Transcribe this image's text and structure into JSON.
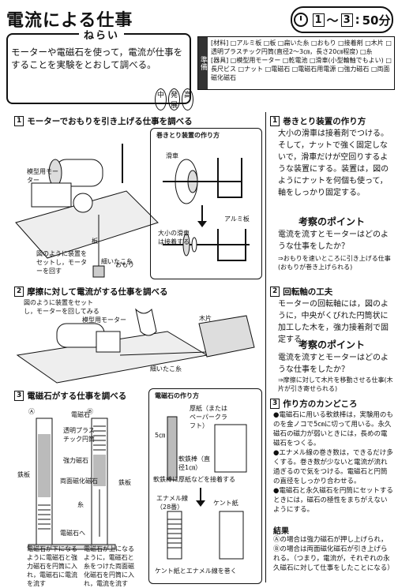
{
  "header": {
    "title": "電流による仕事",
    "time_from": "1",
    "time_sep": "〜",
    "time_to": "3",
    "time_colon": ":",
    "time_min": "50分"
  },
  "aim": {
    "label": "ねらい",
    "text": "モーターや電磁石を使って，電流が仕事をすることを実験をとおして調べる。",
    "badges": [
      "中",
      "発展",
      "高"
    ]
  },
  "prep": {
    "side": "準備",
    "materials": "[材料] □アルミ板 □板 □扁いた糸 □おもり □接着剤 □木片 □透明プラスチック円筒(直径2〜3㎝，長さ20㎝程度) □糸",
    "tools": "[器具] □模型用モーター □乾電池 □滑車(小型輪軸でもよい) □長尺ビス □ナット □電磁石 □電磁石用電源 □強力磁石 □両面磁化磁石"
  },
  "section1": {
    "num": "1",
    "title": "モーターでおもりを引き上げる仕事を調べる",
    "labels": {
      "motor": "模型用モーター",
      "pulley_box": "巻きとり装置の作り方",
      "pulley": "滑車",
      "aluminum": "アルミ板",
      "small_pulley": "大小の滑車は接着する",
      "board": "板",
      "thread": "細いたこ糸",
      "weight": "おもり",
      "setup": "図のように装置をセットし，モーターを回す"
    }
  },
  "section2": {
    "num": "2",
    "title": "摩擦に対して電流がする仕事を調べる",
    "labels": {
      "setup": "図のように装置をセットし，モーターを回してみる",
      "motor": "模型用モーター",
      "wood": "木片",
      "thread": "細いたこ糸"
    }
  },
  "section3": {
    "num": "3",
    "title": "電磁石がする仕事を調べる",
    "labels": {
      "a": "Ⓐ",
      "b": "Ⓑ",
      "magnet": "電磁石",
      "tube": "透明プラスチック円筒",
      "strong": "強力磁石",
      "both": "両面磁化磁石",
      "iron": "鉄板",
      "thread": "糸",
      "power": "電磁石へ",
      "iron2": "鉄板",
      "cap_a": "電磁石が下になるように電磁石と強力磁石を円筒に入れ，電磁石に電流を流す",
      "cap_b": "電磁石が上になるように，電磁石と糸をつけた両面磁化磁石を円筒に入れ，電流を流す",
      "em_box": "電磁石の作り方",
      "paper": "厚紙（またはペーパークラフト）",
      "core": "軟鉄棒（直径1㎝）",
      "five": "5㎝",
      "glue": "軟鉄棒に厚紙などを接着する",
      "enamel": "エナメル線（28番）",
      "kent": "ケント紙",
      "wind": "ケント紙とエナメル線を巻く"
    }
  },
  "right": {
    "r1_num": "1",
    "r1_title": "巻きとり装置の作り方",
    "r1_body": "大小の滑車は接着剤でつける。そして，ナットで強く固定しないで，滑車だけが空回りするような装置にする。装置は，図のようにナットを何個も使って，軸をしっかり固定する。",
    "point_label": "考察のポイント",
    "p1_q": "電流を流すとモーターはどのような仕事をしたか？",
    "p1_a": "⇒おもりを速いところに引き上げる仕事(おもりが巻き上げられる)",
    "r2_num": "2",
    "r2_title": "回転軸の工夫",
    "r2_body": "モーターの回転軸には，図のように，中央がくびれた円筒状に加工した木を，強力接着剤で固定する。",
    "p2_q": "電流を流すとモーターはどのような仕事をしたか？",
    "p2_a": "⇒摩擦に対して木片を移動させる仕事(木片が引き寄せられる)",
    "r3_num": "3",
    "r3_title": "作り方のカンどころ",
    "r3_b1": "●電磁石に用いる軟鉄棒は，実験用のものを金ノコで5㎝に切って用いる。永久磁石の磁力が弱いときには，長めの電磁石をつくる。",
    "r3_b2": "●エナメル線の巻き数は，できるだけ多くする。巻き数が少ないと電流が流れ過ぎるので気をつける。電磁石と円筒の直径をしっかり合わせる。",
    "r3_b3": "●電磁石と永久磁石を円筒にセットするときには，磁石の極性をまちがえないようにする。",
    "result_label": "結果",
    "result_body": "Ⓐの場合は強力磁石が押し上げられ，Ⓑの場合は両面磁化磁石が引き上げられる。（つまり，電流が，それぞれの永久磁石に対して仕事をしたことになる）"
  }
}
